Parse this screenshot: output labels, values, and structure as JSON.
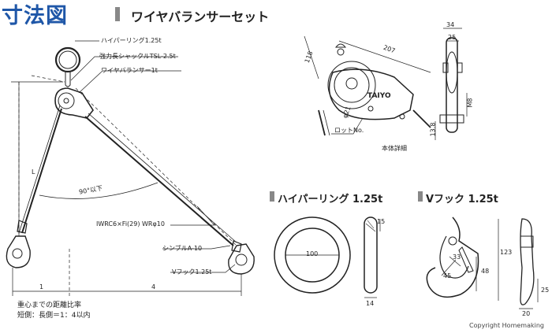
{
  "header": {
    "title": "寸法図",
    "subtitle": "ワイヤバランサーセット"
  },
  "assembly": {
    "label_ring": "ハイパーリング1.25t",
    "label_shackle": "強力長シャックルTSL-2.5t",
    "label_balancer": "ワイヤバランサー1t",
    "label_L": "L",
    "label_angle": "90°以下",
    "label_wire": "IWRC6×Fi(29) WRφ10",
    "label_thimble": "シンブルA-10",
    "label_hook": "Vフック1.25t",
    "ratio_left": "1",
    "ratio_right": "4",
    "note_line1": "重心までの距離比率",
    "note_line2": "短側：長側＝1：4以内"
  },
  "body_detail": {
    "caption": "本体詳細",
    "dim_207": "207",
    "dim_118": "118",
    "dim_34": "34",
    "dim_25": "25",
    "dim_m8": "M8",
    "dim_13_8": "13.8",
    "dim_phi21": "φ21",
    "logo": "TAIYO",
    "lot_label": "ロットNo."
  },
  "hyper_ring": {
    "title": "ハイパーリング 1.25t",
    "dim_inner": "100",
    "dim_bar": "15",
    "dim_thick": "14"
  },
  "v_hook": {
    "title": "Vフック 1.25t",
    "dim_33": "33",
    "dim_45": "45",
    "dim_48": "48",
    "dim_123": "123",
    "dim_25": "25",
    "dim_20": "20"
  },
  "footer": {
    "copyright": "Copyright Homemaking"
  },
  "colors": {
    "title": "#1f57a8",
    "line": "#222222",
    "bar": "#888888"
  }
}
